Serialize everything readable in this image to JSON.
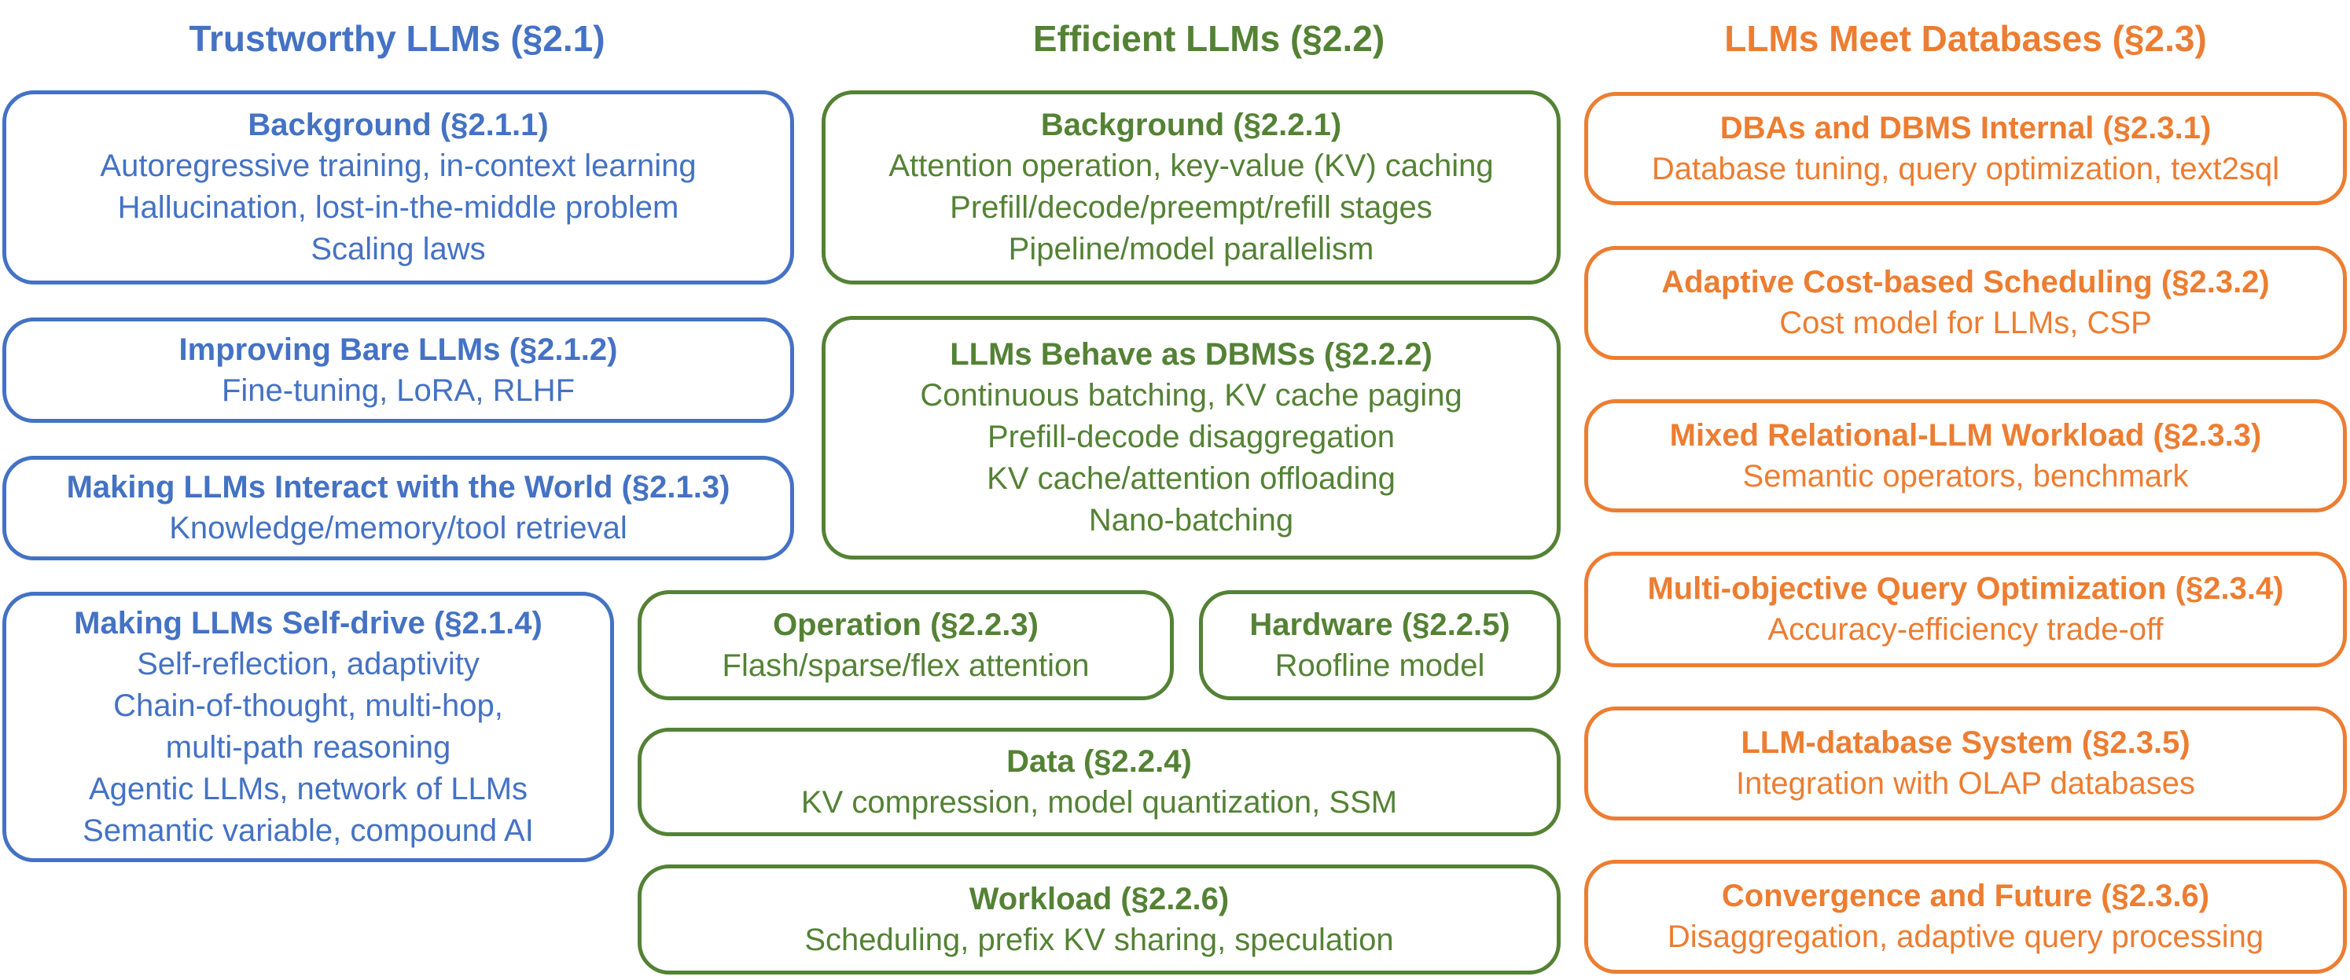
{
  "colors": {
    "blue": "#4472C4",
    "green": "#548235",
    "orange": "#ED7D31"
  },
  "columns": {
    "trustworthy": {
      "title": "Trustworthy LLMs (§2.1)"
    },
    "efficient": {
      "title": "Efficient LLMs (§2.2)"
    },
    "databases": {
      "title": "LLMs Meet Databases (§2.3)"
    }
  },
  "boxes": {
    "t1": {
      "title": "Background (§2.1.1)",
      "lines": [
        "Autoregressive training, in-context learning",
        "Hallucination, lost-in-the-middle problem",
        "Scaling laws"
      ]
    },
    "t2": {
      "title": "Improving Bare LLMs (§2.1.2)",
      "lines": [
        "Fine-tuning, LoRA, RLHF"
      ]
    },
    "t3": {
      "title": "Making LLMs Interact with the World (§2.1.3)",
      "lines": [
        "Knowledge/memory/tool retrieval"
      ]
    },
    "t4": {
      "title": "Making LLMs Self-drive (§2.1.4)",
      "lines": [
        "Self-reflection, adaptivity",
        "Chain-of-thought, multi-hop,",
        "multi-path reasoning",
        "Agentic LLMs, network of LLMs",
        "Semantic variable, compound AI"
      ]
    },
    "e1": {
      "title": "Background (§2.2.1)",
      "lines": [
        "Attention operation, key-value (KV) caching",
        "Prefill/decode/preempt/refill stages",
        "Pipeline/model parallelism"
      ]
    },
    "e2": {
      "title": "LLMs Behave as DBMSs (§2.2.2)",
      "lines": [
        "Continuous batching, KV cache paging",
        "Prefill-decode disaggregation",
        "KV cache/attention offloading",
        "Nano-batching"
      ]
    },
    "e3": {
      "title": "Operation (§2.2.3)",
      "lines": [
        "Flash/sparse/flex attention"
      ]
    },
    "e5": {
      "title": "Hardware (§2.2.5)",
      "lines": [
        "Roofline model"
      ]
    },
    "e4": {
      "title": "Data (§2.2.4)",
      "lines": [
        "KV compression, model quantization, SSM"
      ]
    },
    "e6": {
      "title": "Workload (§2.2.6)",
      "lines": [
        "Scheduling, prefix KV sharing, speculation"
      ]
    },
    "d1": {
      "title": "DBAs and DBMS Internal (§2.3.1)",
      "lines": [
        "Database tuning, query optimization, text2sql"
      ]
    },
    "d2": {
      "title": "Adaptive Cost-based Scheduling (§2.3.2)",
      "lines": [
        "Cost model for LLMs, CSP"
      ]
    },
    "d3": {
      "title": "Mixed Relational-LLM Workload (§2.3.3)",
      "lines": [
        "Semantic operators, benchmark"
      ]
    },
    "d4": {
      "title": "Multi-objective Query Optimization (§2.3.4)",
      "lines": [
        "Accuracy-efficiency trade-off"
      ]
    },
    "d5": {
      "title": "LLM-database System (§2.3.5)",
      "lines": [
        "Integration with OLAP databases"
      ]
    },
    "d6": {
      "title": "Convergence and Future (§2.3.6)",
      "lines": [
        "Disaggregation, adaptive query processing"
      ]
    }
  }
}
